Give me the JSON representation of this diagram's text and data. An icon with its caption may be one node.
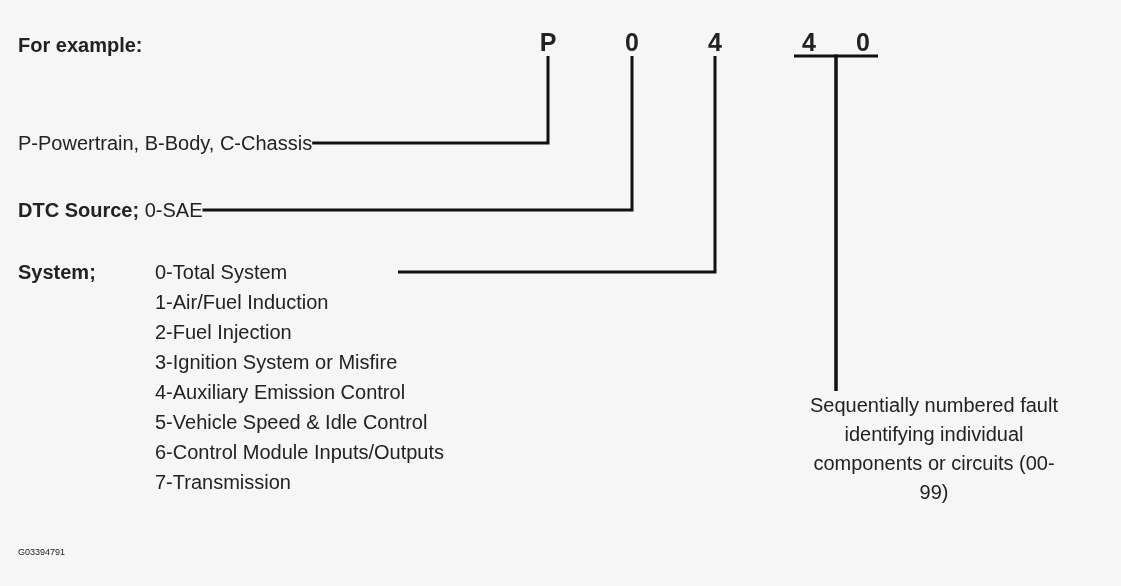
{
  "diagram": {
    "nodes": [
      {
        "text": [
          "P"
        ]
      },
      {
        "text": [
          "0"
        ]
      },
      {
        "text": [
          "4"
        ]
      },
      {
        "text": [
          "4"
        ]
      },
      {
        "text": [
          "0"
        ]
      },
      {
        "text": [
          "P-Powertrain, B-Body, C-Chassis"
        ]
      },
      {
        "text": [
          "**DTC Source;** 0-SAE"
        ]
      },
      {
        "text": [
          "System;",
          "0-Total System",
          "1-Air/Fuel Induction",
          "2-Fuel Injection",
          "3-Ignition System or Misfire",
          "4-Auxiliary Emission Control",
          "5-Vehicle Speed & Idle Control",
          "6-Control Module Inputs/Outputs",
          "7-Transmission"
        ]
      },
      {
        "text": [
          "Sequentially numbered fault identifying individual components or circuits (00-99)"
        ]
      }
    ],
    "edges": [
      {
        "from": 5,
        "to": 0,
        "arrow": "none"
      },
      {
        "from": 6,
        "to": 1,
        "arrow": "none"
      },
      {
        "from": 7,
        "to": 2,
        "arrow": "none"
      },
      {
        "from": 8,
        "to": 3,
        "arrow": "none"
      },
      {
        "from": 8,
        "to": 4,
        "arrow": "none"
      }
    ],
    "labels": [
      "For example:",
      "G03394791"
    ]
  }
}
